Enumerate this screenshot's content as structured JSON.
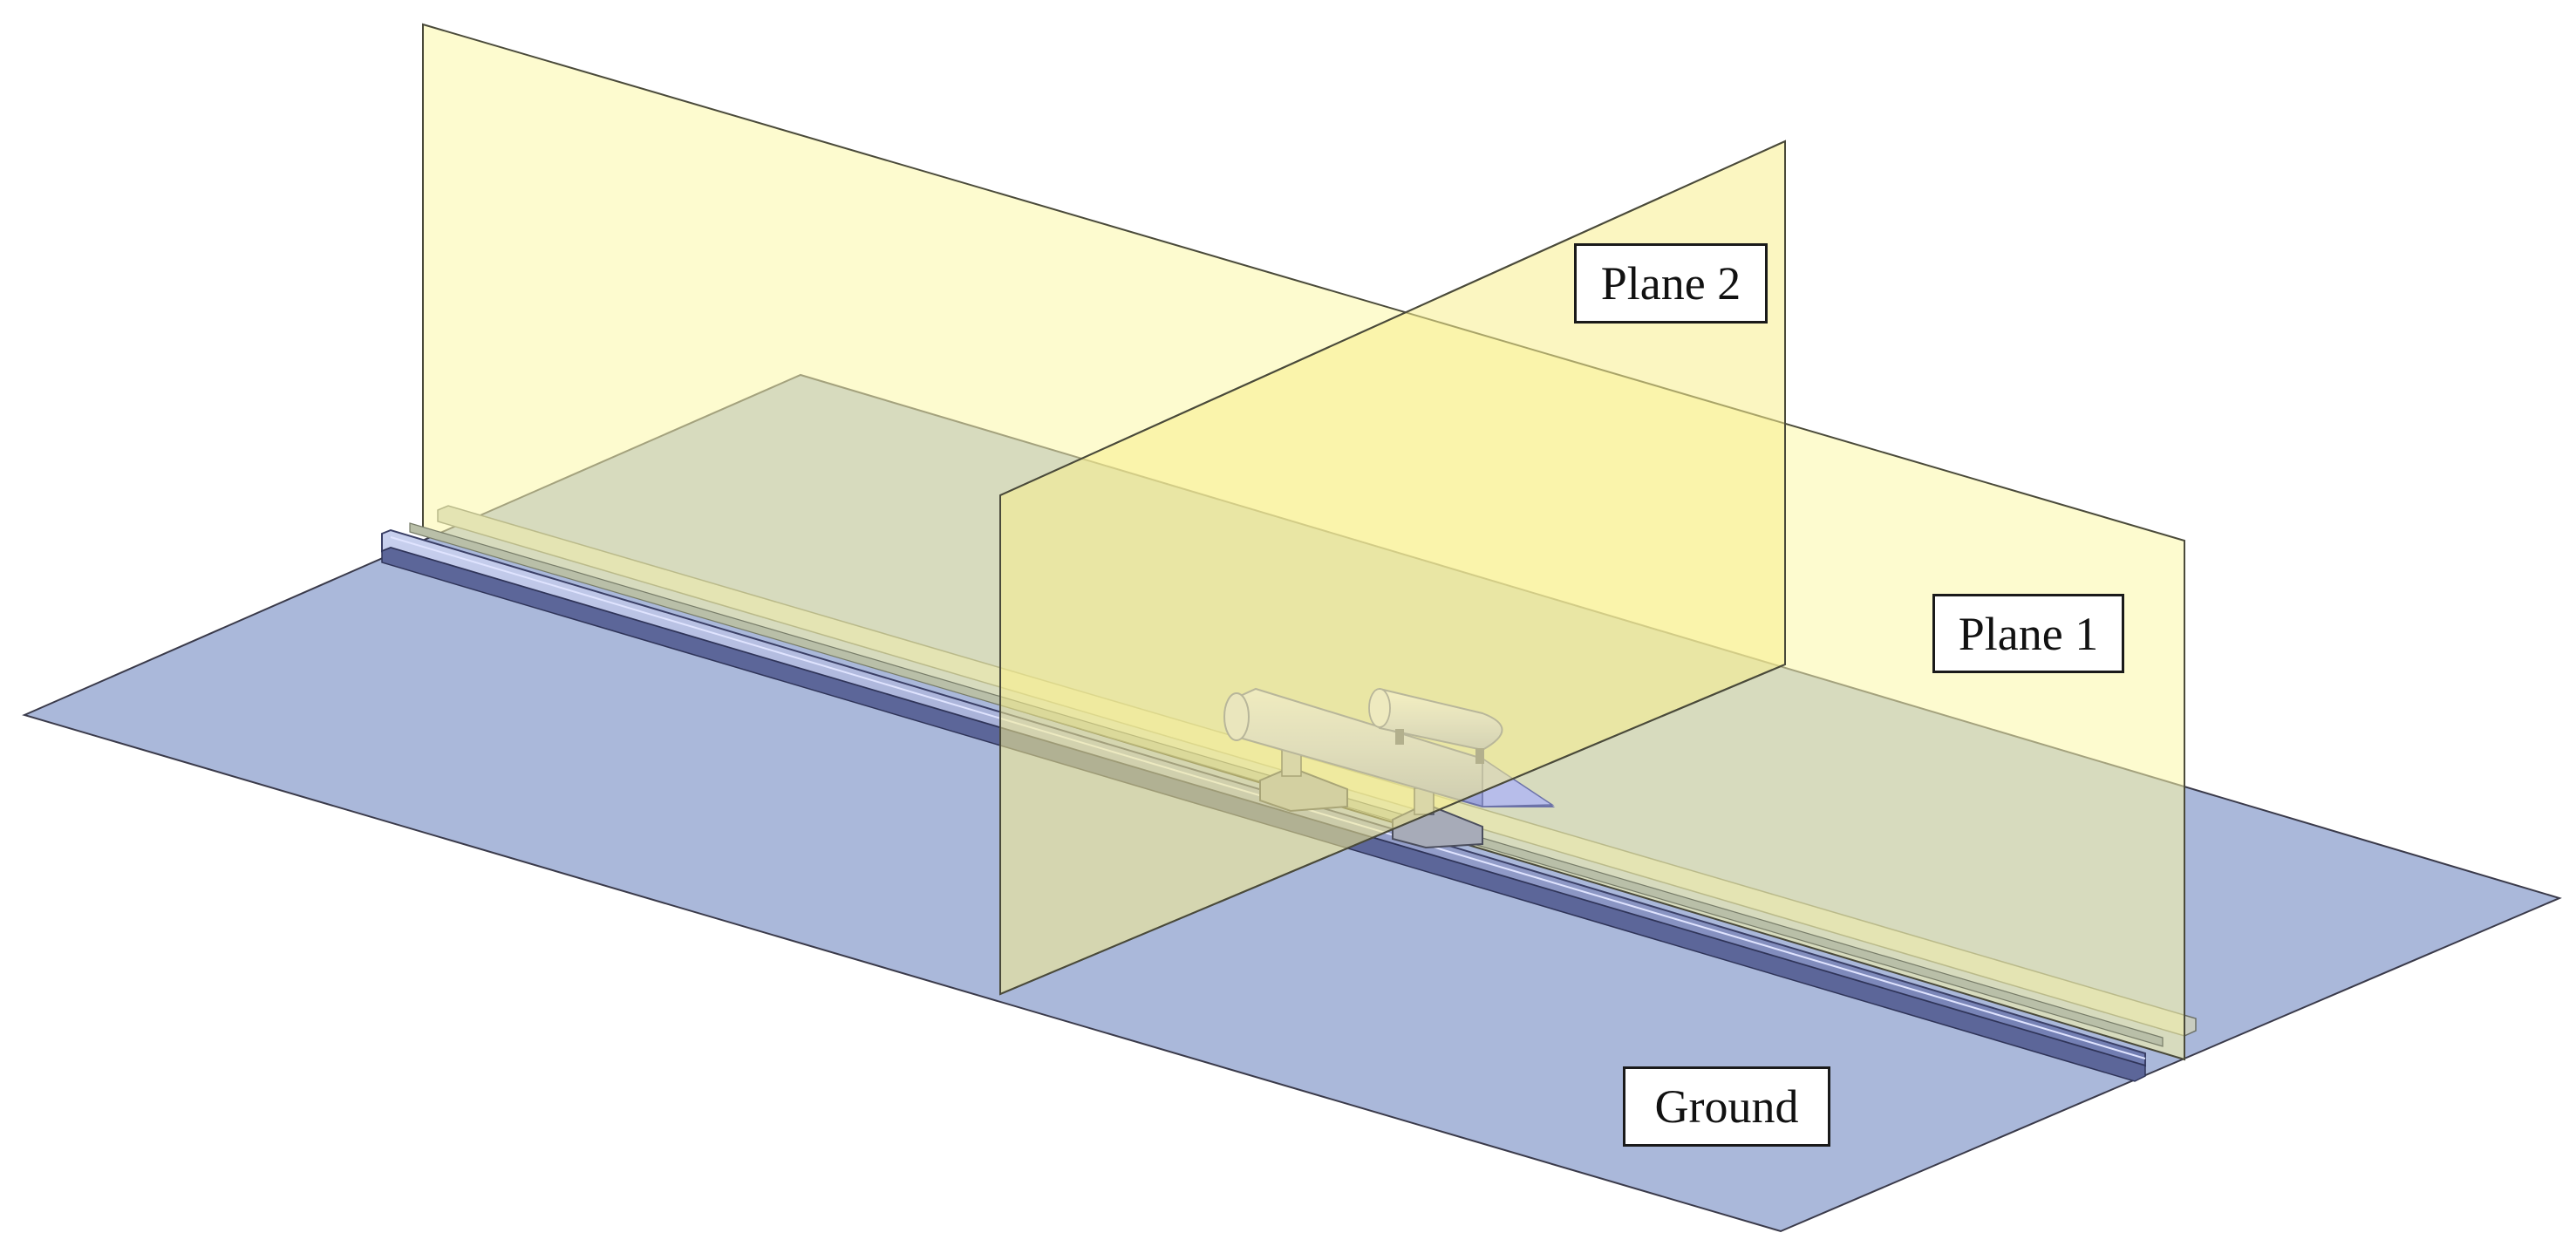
{
  "labels": {
    "plane2": "Plane 2",
    "plane1": "Plane 1",
    "ground": "Ground"
  },
  "colors": {
    "ground_fill": "#aab8da",
    "plane_fill": "#fbf7a8",
    "edge": "#3a3a4a",
    "rail": "#8e9ac4",
    "missile_body": "#c9cdf0",
    "sled": "#a7abb8"
  }
}
